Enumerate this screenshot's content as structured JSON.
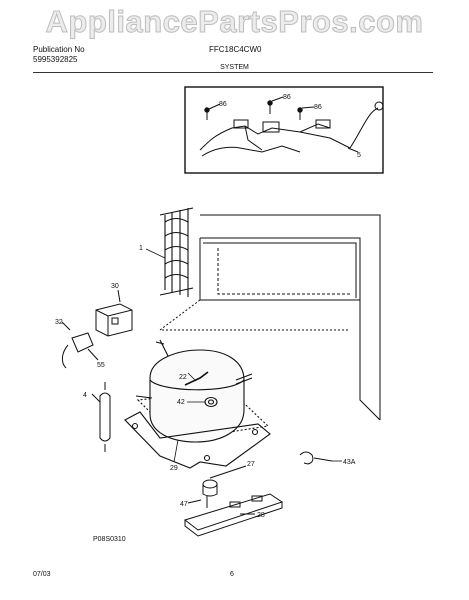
{
  "watermark": "AppliancePartsPros.com",
  "header": {
    "publication_label": "Publication No",
    "publication_number": "5995392825",
    "model": "FFC18C4CW0",
    "section": "SYSTEM"
  },
  "callouts": {
    "c86a": "86",
    "c86b": "86",
    "c86c": "86",
    "c5": "5",
    "c1": "1",
    "c30": "30",
    "c32": "32",
    "c55": "55",
    "c4": "4",
    "c22": "22",
    "c42": "42",
    "c29": "29",
    "c27": "27",
    "c43a": "43A",
    "c47": "47",
    "c28": "28"
  },
  "drawing_code": "P08S0310",
  "footer": {
    "date": "07/03",
    "page": "6"
  }
}
